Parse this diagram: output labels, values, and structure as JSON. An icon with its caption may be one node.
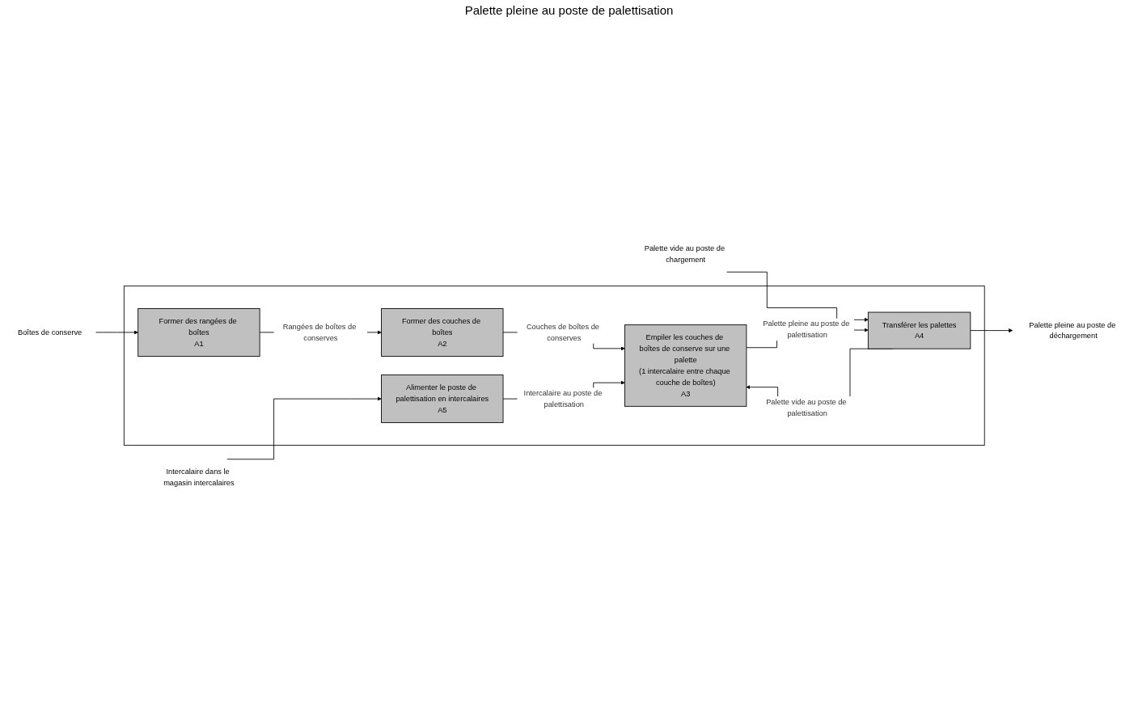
{
  "diagram": {
    "nodes": [
      {
        "text": [],
        "shape": "box"
      },
      {
        "text": [
          "Boîtes de conserve"
        ]
      },
      {
        "text": [
          "Former des rangées de boîtes",
          "A1"
        ],
        "in": 0
      },
      {
        "text": [
          "Former des couches de boîtes",
          "A2"
        ],
        "in": 0
      },
      {
        "text": [
          "Intercalaire dans le magasin intercalaires"
        ]
      },
      {
        "text": [
          "Alimenter le poste de palettisation en intercalaires",
          "A5"
        ],
        "in": 0
      },
      {
        "text": [
          "Empiler les couches de boîtes de conserve sur une palette",
          "(1 intercalaire entre chaque couche de boîtes)",
          "A3"
        ],
        "in": 0
      },
      {
        "text": [
          "Palette vide au poste de chargement"
        ]
      },
      {
        "text": [
          "Transférer les palettes",
          "A4"
        ],
        "in": 0
      },
      {
        "text": [
          "Palette pleine au poste de déchargement"
        ]
      }
    ],
    "edges": [
      {
        "from": 1,
        "to": 2,
        "arrow": "to"
      },
      {
        "from": 2,
        "to": 3,
        "arrow": "to",
        "label": "Rangées de boîtes de conserves"
      },
      {
        "from": 3,
        "to": 6,
        "arrow": "to",
        "label": "Couches de boîtes de conserves"
      },
      {
        "from": 4,
        "to": 5,
        "arrow": "to"
      },
      {
        "from": 5,
        "to": 6,
        "arrow": "to",
        "label": "Intercalaire au poste de palettisation"
      },
      {
        "from": 7,
        "to": 8,
        "arrow": "to"
      },
      {
        "from": 8,
        "to": 6,
        "arrow": "to",
        "label": "Palette vide au poste de palettisation"
      },
      {
        "from": 6,
        "to": 8,
        "arrow": "to",
        "label": "Palette pleine au poste de palettisation"
      },
      {
        "from": 8,
        "to": 9,
        "arrow": "to"
      }
    ],
    "labels": [
      "Palette pleine au poste de palettisation"
    ]
  }
}
